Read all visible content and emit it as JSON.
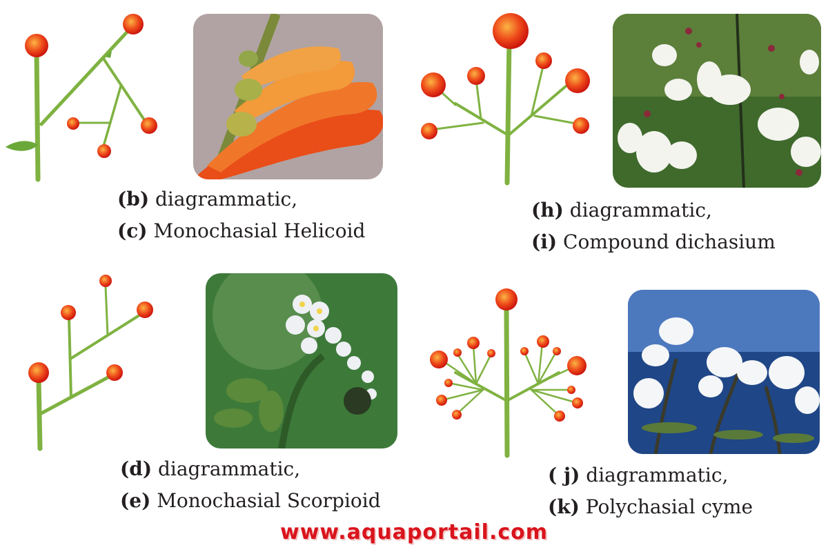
{
  "colors": {
    "stem": "#7fb241",
    "stem_dark": "#4f8a25",
    "flower_core": "#f7a23b",
    "flower_edge": "#d3130f",
    "footer": "#d9141c"
  },
  "panels": {
    "b": {
      "caption_line1": {
        "letter": "(b)",
        "text": " diagrammatic,"
      },
      "caption_line2": {
        "letter": "(c)",
        "text": " Monochasial Helicoid"
      },
      "photo_subject": "orange-tubular-flowers-photo"
    },
    "h": {
      "caption_line1": {
        "letter": "(h)",
        "text": " diagrammatic,"
      },
      "caption_line2": {
        "letter": "(i)",
        "text": " Compound dichasium"
      },
      "photo_subject": "white-flowers-photo"
    },
    "d": {
      "caption_line1": {
        "letter": "(d)",
        "text": " diagrammatic,"
      },
      "caption_line2": {
        "letter": "(e)",
        "text": " Monochasial Scorpioid"
      },
      "photo_subject": "white-scorpioid-cyme-photo"
    },
    "j": {
      "caption_line1": {
        "letter": "( j)",
        "text": " diagrammatic,"
      },
      "caption_line2": {
        "letter": "(k)",
        "text": " Polychasial cyme"
      },
      "photo_subject": "white-oleander-flowers-photo"
    }
  },
  "footer": {
    "text": "www.aquaportail.com"
  }
}
